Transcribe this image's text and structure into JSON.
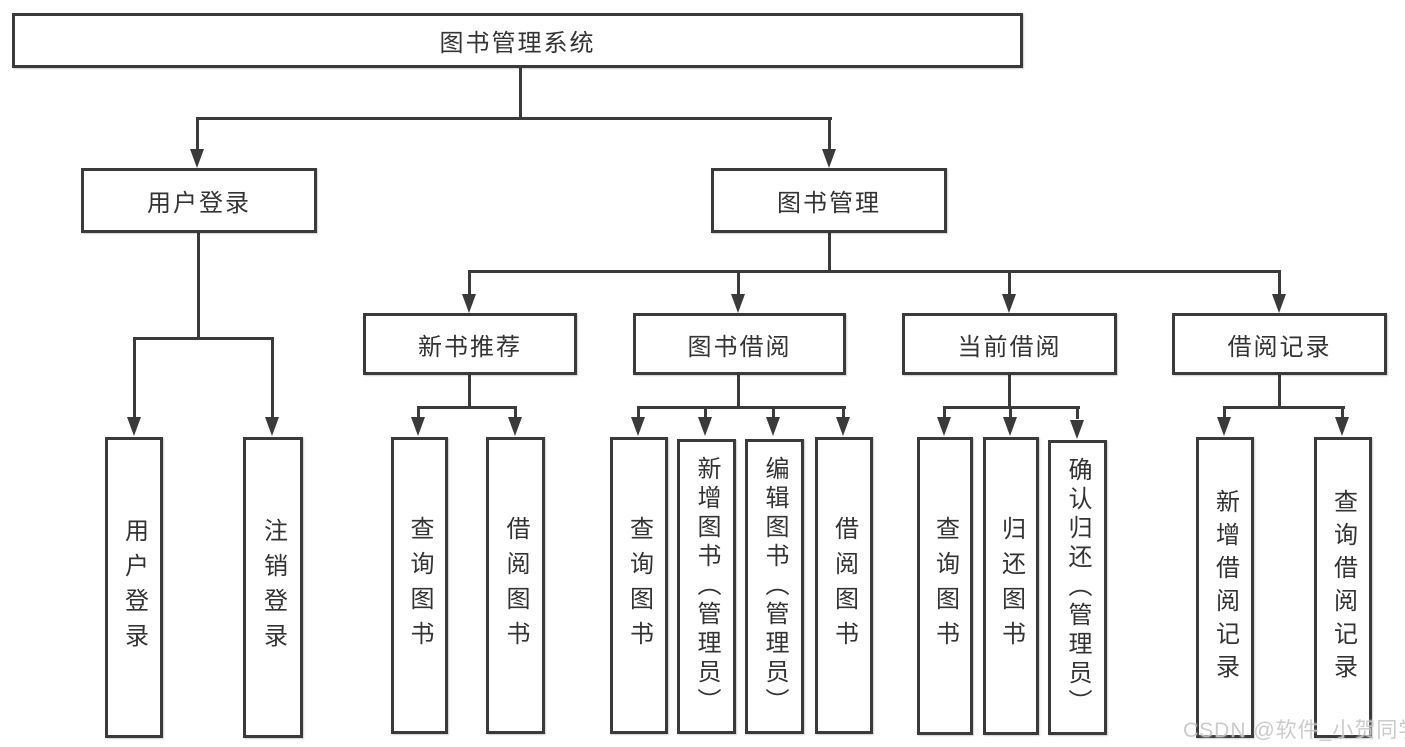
{
  "diagram_type": "functional-structure-tree",
  "colors": {
    "line": "#3a3a3a",
    "box_border": "#3a3a3a",
    "box_fill": "#ffffff",
    "text": "#333333",
    "background": "#ffffff",
    "watermark": "#c7c7c7"
  },
  "structure": {
    "label": "图书管理系统",
    "children": [
      {
        "label": "用户登录",
        "children": [
          {
            "label": "用户登录"
          },
          {
            "label": "注销登录"
          }
        ]
      },
      {
        "label": "图书管理",
        "children": [
          {
            "label": "新书推荐",
            "children": [
              {
                "label": "查询图书"
              },
              {
                "label": "借阅图书"
              }
            ]
          },
          {
            "label": "图书借阅",
            "children": [
              {
                "label": "查询图书"
              },
              {
                "label": "新增图书（管理员）"
              },
              {
                "label": "编辑图书（管理员）"
              },
              {
                "label": "借阅图书"
              }
            ]
          },
          {
            "label": "当前借阅",
            "children": [
              {
                "label": "查询图书"
              },
              {
                "label": "归还图书"
              },
              {
                "label": "确认归还（管理员）"
              }
            ]
          },
          {
            "label": "借阅记录",
            "children": [
              {
                "label": "新增借阅记录"
              },
              {
                "label": "查询借阅记录"
              }
            ]
          }
        ]
      }
    ]
  },
  "watermark": "CSDN @软件_小贺同学"
}
